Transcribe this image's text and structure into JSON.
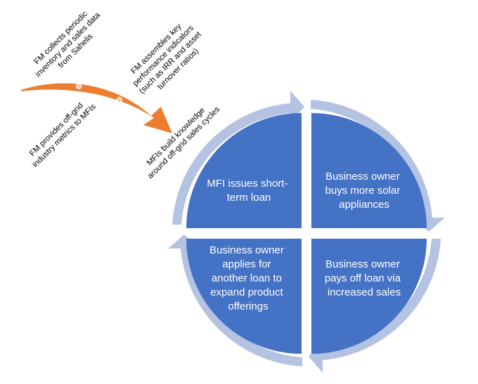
{
  "colors": {
    "quadrant_fill": "#4472c4",
    "ring_arrow": "#b4c3e1",
    "timeline_arrow": "#ed7d31",
    "timeline_dot": "#f8c9a8",
    "text_on_quadrant": "#ffffff",
    "annotation_text": "#000000"
  },
  "cycle": {
    "quadrants": [
      {
        "id": "top-left",
        "lines": [
          "MFI issues short-",
          "term loan"
        ]
      },
      {
        "id": "top-right",
        "lines": [
          "Business owner",
          "buys more solar",
          "appliances"
        ]
      },
      {
        "id": "bottom-right",
        "lines": [
          "Business owner",
          "pays off loan via",
          "increased sales"
        ]
      },
      {
        "id": "bottom-left",
        "lines": [
          "Business owner",
          "applies for",
          "another loan to",
          "expand product",
          "offerings"
        ]
      }
    ],
    "arrow_icons": [
      "right-arrow-icon",
      "down-arrow-icon",
      "left-arrow-icon",
      "up-arrow-icon"
    ]
  },
  "timeline": {
    "icon": "curved-arrow-icon",
    "annotations": [
      {
        "id": "fm-collects",
        "lines": [
          "FM collects periodic",
          "inventory and sales data",
          "from Sahelis"
        ]
      },
      {
        "id": "fm-assembles",
        "lines": [
          "FM assembles key",
          "performance indicators",
          "(such as IRR and asset",
          "turnover ratios)"
        ]
      },
      {
        "id": "fm-provides",
        "lines": [
          "FM provides off-grid",
          "industry metrics to MFIs"
        ]
      },
      {
        "id": "mfis-build",
        "lines": [
          "MFIs build knowledge",
          "around off-grid sales cycles"
        ]
      }
    ]
  }
}
